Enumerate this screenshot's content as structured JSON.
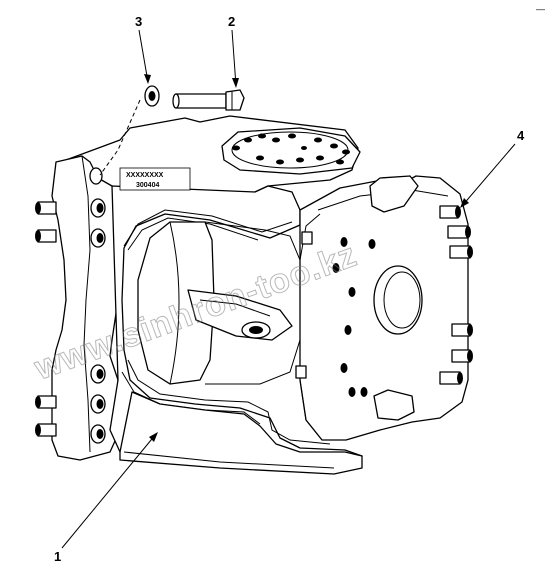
{
  "diagram": {
    "callouts": [
      {
        "id": "1",
        "label": "1",
        "part": "housing"
      },
      {
        "id": "2",
        "label": "2",
        "part": "bolt"
      },
      {
        "id": "3",
        "label": "3",
        "part": "washer"
      },
      {
        "id": "4",
        "label": "4",
        "part": "stud"
      }
    ],
    "stamp_line1": "XXXXXXXX",
    "stamp_line2": "300404",
    "watermark": "www.sinhron-too.kz",
    "corner_mark": "—"
  }
}
